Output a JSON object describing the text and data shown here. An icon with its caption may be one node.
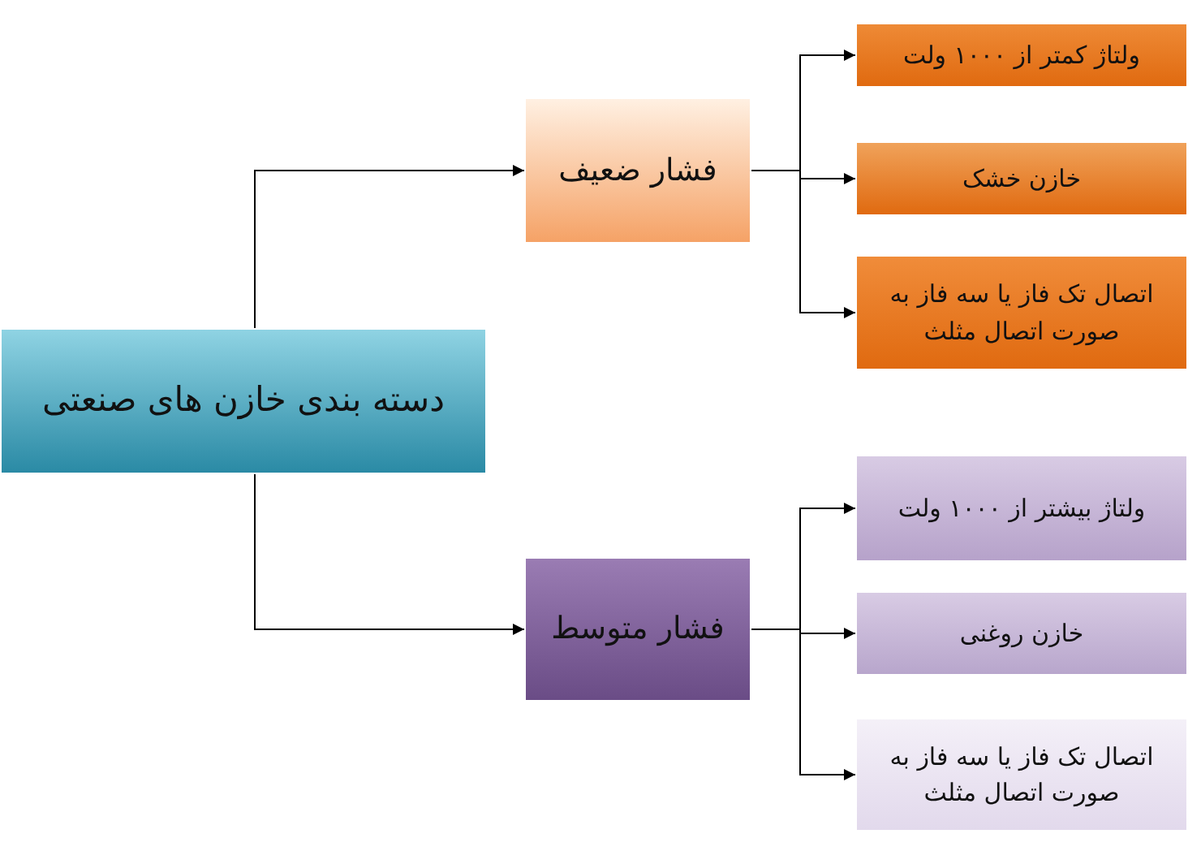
{
  "diagram": {
    "nodes": [
      {
        "text": [
          "دسته بندی خازن های صنعتی"
        ]
      },
      {
        "text": [
          "فشار ضعیف"
        ]
      },
      {
        "text": [
          "فشار متوسط"
        ]
      },
      {
        "text": [
          "ولتاژ کمتر از ۱۰۰۰ ولت"
        ]
      },
      {
        "text": [
          "خازن خشک"
        ]
      },
      {
        "text": [
          "اتصال تک فاز یا سه فاز به صورت اتصال مثلث"
        ]
      },
      {
        "text": [
          "ولتاژ بیشتر از ۱۰۰۰ ولت"
        ]
      },
      {
        "text": [
          "خازن روغنی"
        ]
      },
      {
        "text": [
          "اتصال تک فاز یا سه فاز به صورت اتصال مثلث"
        ]
      }
    ],
    "edges": [
      {
        "from": 0,
        "to": 1,
        "arrow": "to"
      },
      {
        "from": 0,
        "to": 2,
        "arrow": "to"
      },
      {
        "from": 1,
        "to": 3,
        "arrow": "to"
      },
      {
        "from": 1,
        "to": 4,
        "arrow": "to"
      },
      {
        "from": 1,
        "to": 5,
        "arrow": "to"
      },
      {
        "from": 2,
        "to": 6,
        "arrow": "to"
      },
      {
        "from": 2,
        "to": 7,
        "arrow": "to"
      },
      {
        "from": 2,
        "to": 8,
        "arrow": "to"
      }
    ]
  }
}
